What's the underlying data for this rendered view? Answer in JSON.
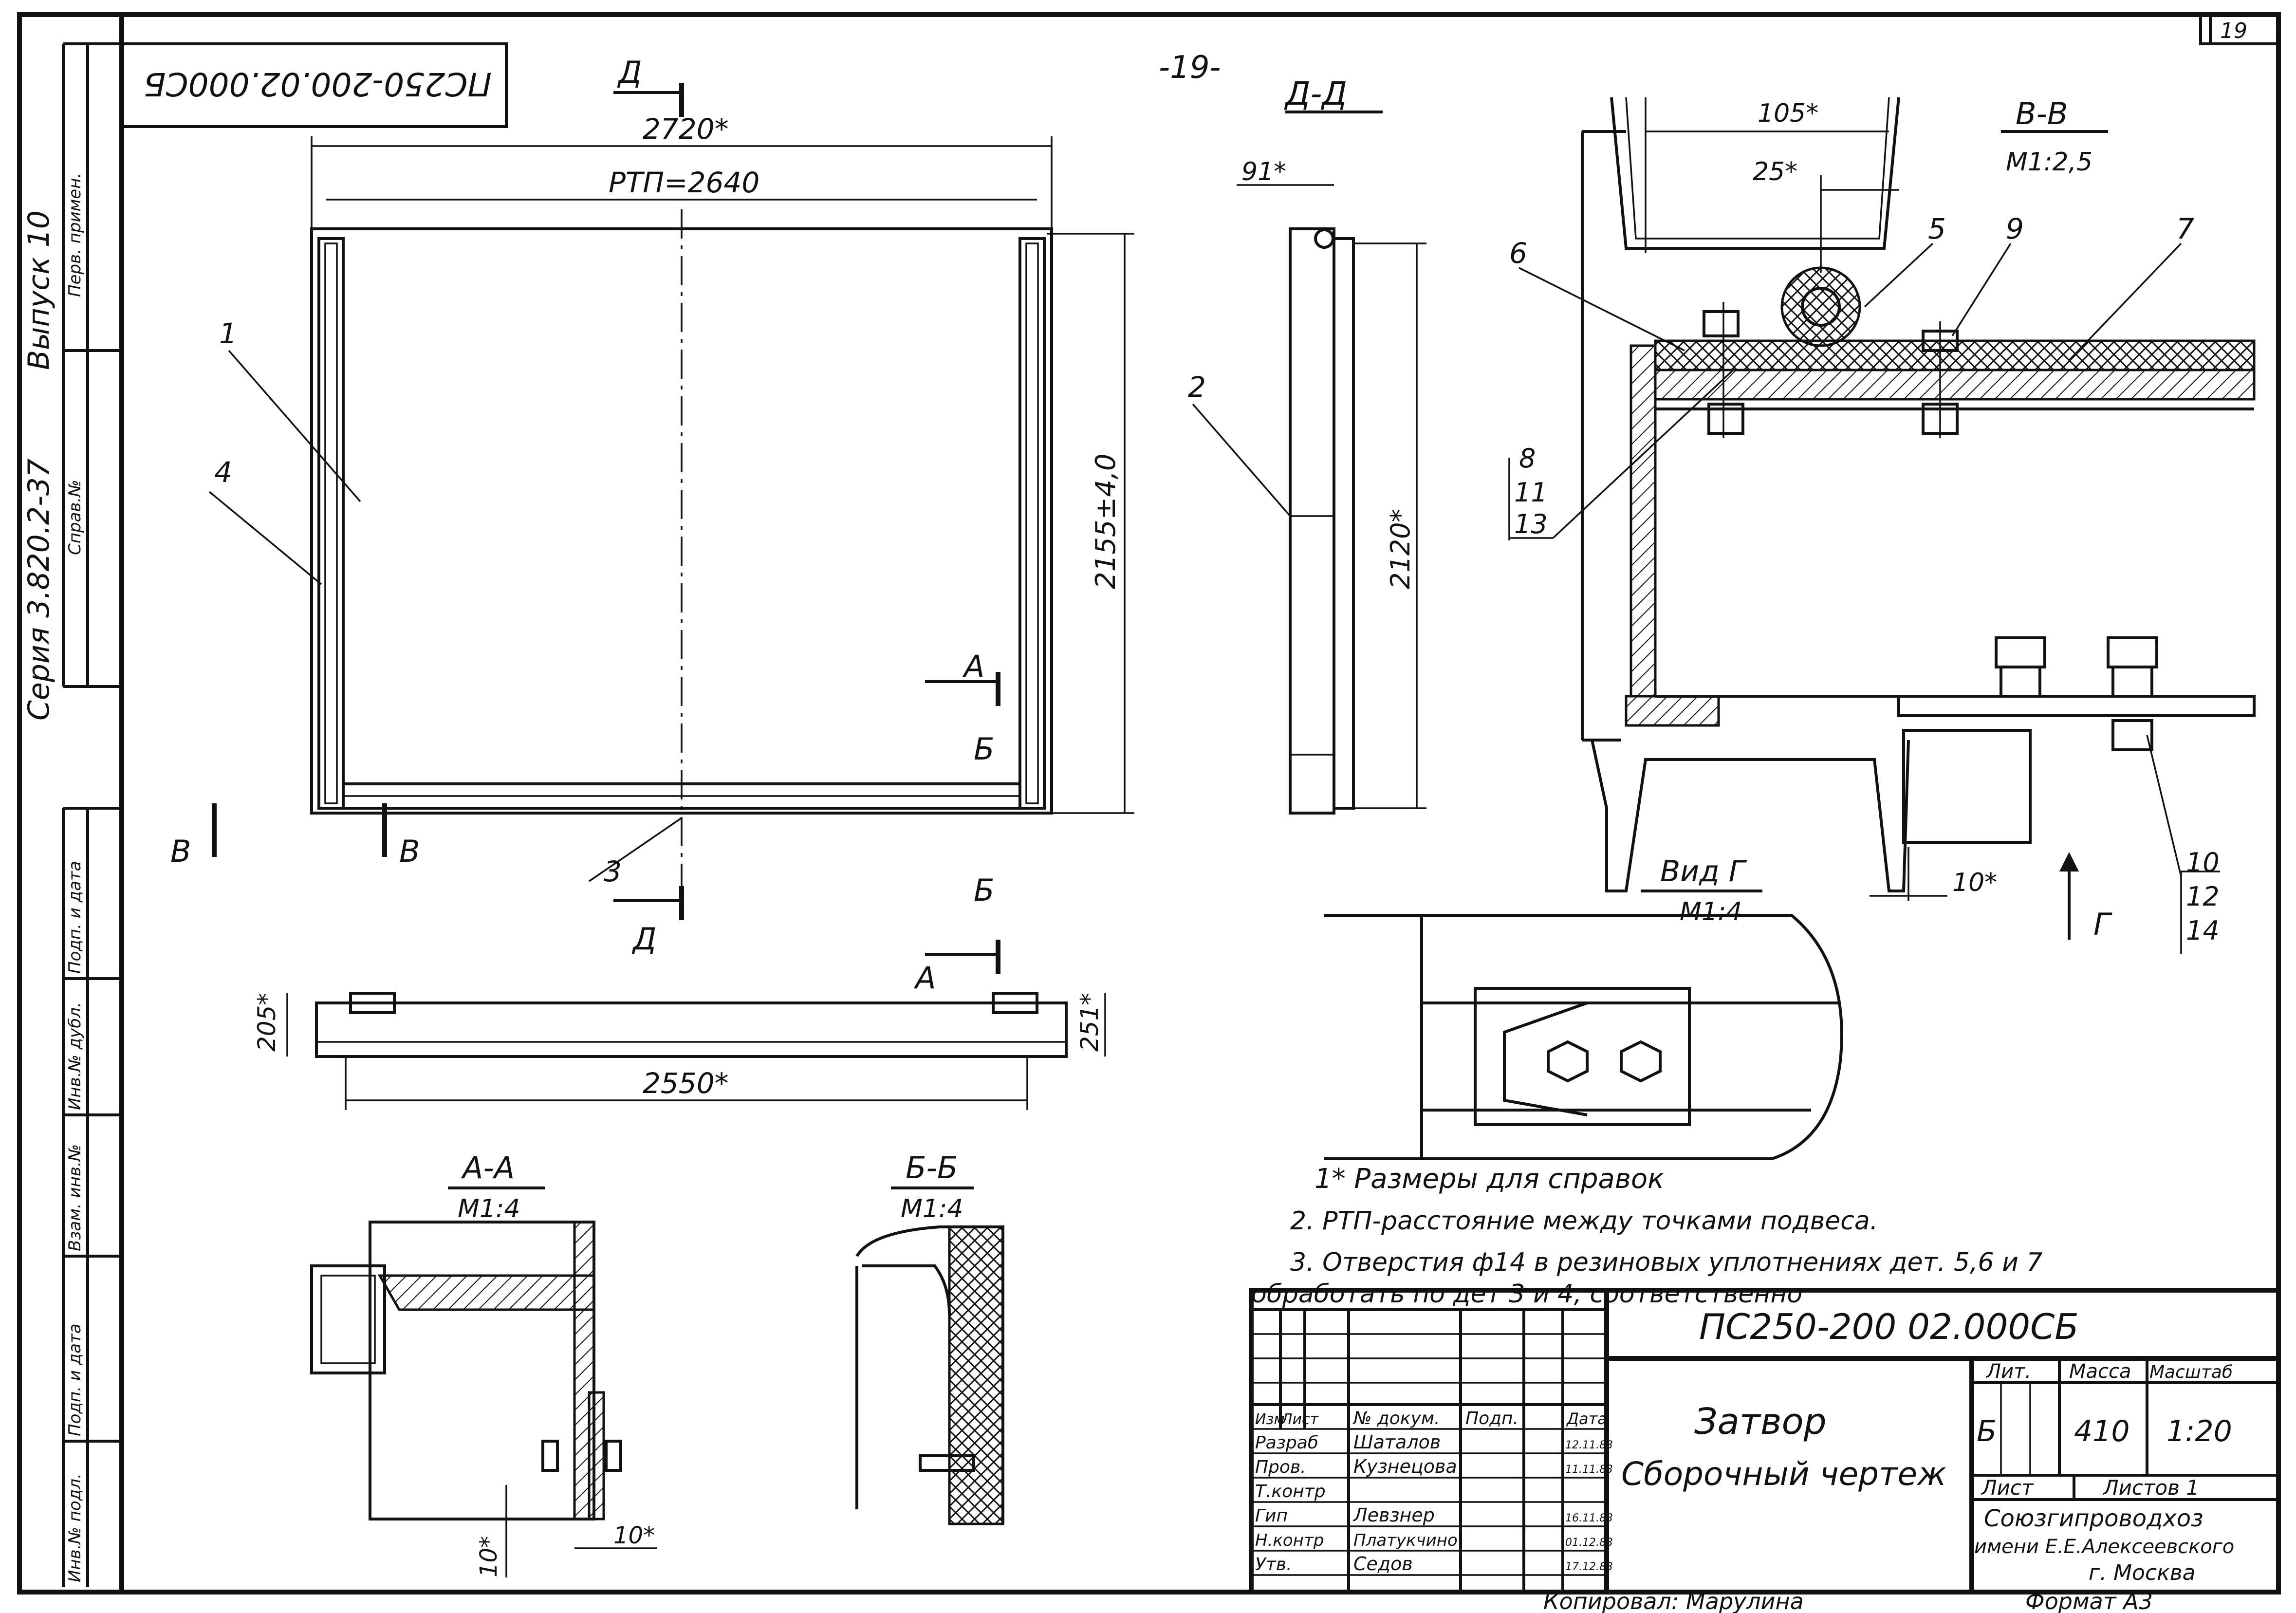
{
  "page_number": "-19-",
  "corner_sheet_number": "19",
  "rotated_designation": "ПС250-200.02.000СБ",
  "side_strip": {
    "series": "Серия 3.820.2-37",
    "issue": "Выпуск 10",
    "first_use": "Перв. примен.",
    "reference_no": "Справ.№",
    "sign_date_1": "Подп. и дата",
    "inv_dubl": "Инв.№ дубл.",
    "vzam_inv": "Взам. инв.№",
    "sign_date_2": "Подп. и дата",
    "inv_podl": "Инв.№ подл."
  },
  "main_view": {
    "dim_total": "2720*",
    "dim_rtp": "РТП=2640",
    "dim_height": "2155±4,0",
    "cut_marks": {
      "d": "Д",
      "a": "А",
      "b": "Б",
      "v": "В"
    },
    "leaders": [
      "1",
      "4",
      "3"
    ]
  },
  "plan_view": {
    "dim_length": "2550*",
    "dim_left": "205*",
    "dim_right": "251*"
  },
  "section_dd": {
    "title": "Д-Д",
    "dim_top": "91*",
    "dim_height": "2120*",
    "leader": "2"
  },
  "section_vv": {
    "title": "В-В",
    "scale": "М1:2,5",
    "dim_105": "105*",
    "dim_25": "25*",
    "dim_10": "10*",
    "view_arrow": "Г",
    "leaders": [
      "6",
      "5",
      "9",
      "7"
    ],
    "stack_left": [
      "8",
      "11",
      "13"
    ],
    "stack_right": [
      "10",
      "12",
      "14"
    ]
  },
  "view_g": {
    "title": "Вид Г",
    "scale": "М1:4"
  },
  "section_aa": {
    "title": "А-А",
    "scale": "М1:4",
    "dim_a": "10*",
    "dim_b": "10*"
  },
  "section_bb": {
    "title": "Б-Б",
    "scale": "М1:4"
  },
  "notes": [
    "1* Размеры для справок",
    "2. РТП-расстояние между точками подвеса.",
    "3. Отверстия ф14 в резиновых уплотнениях дет. 5,6 и 7",
    "обработать по дет 3 и 4, соответственно"
  ],
  "title_block": {
    "designation": "ПС250-200 02.000СБ",
    "name_line1": "Затвор",
    "name_line2": "Сборочный чертеж",
    "head_izm": "Изм",
    "head_list": "Лист",
    "head_doc": "№ докум.",
    "head_sign": "Подп.",
    "head_date": "Дата",
    "rows": [
      {
        "role": "Разраб",
        "name": "Шаталов",
        "date": "12.11.83"
      },
      {
        "role": "Пров.",
        "name": "Кузнецова",
        "date": "11.11.83"
      },
      {
        "role": "Т.контр",
        "name": "",
        "date": ""
      },
      {
        "role": "Гип",
        "name": "Левзнер",
        "date": "16.11.83"
      },
      {
        "role": "Н.контр",
        "name": "Платукчино",
        "date": "01.12.83"
      },
      {
        "role": "Утв.",
        "name": "Седов",
        "date": "17.12.83"
      }
    ],
    "lit_label": "Лит.",
    "mass_label": "Масса",
    "scale_label": "Масштаб",
    "lit_value": "Б",
    "mass_value": "410",
    "scale_value": "1:20",
    "sheet_label": "Лист",
    "sheets_label": "Листов 1",
    "org_line1": "Союзгипроводхоз",
    "org_line2": "имени Е.Е.Алексеевского",
    "org_line3": "г. Москва",
    "copied_by": "Копировал: Марулина",
    "format": "Формат А3"
  }
}
